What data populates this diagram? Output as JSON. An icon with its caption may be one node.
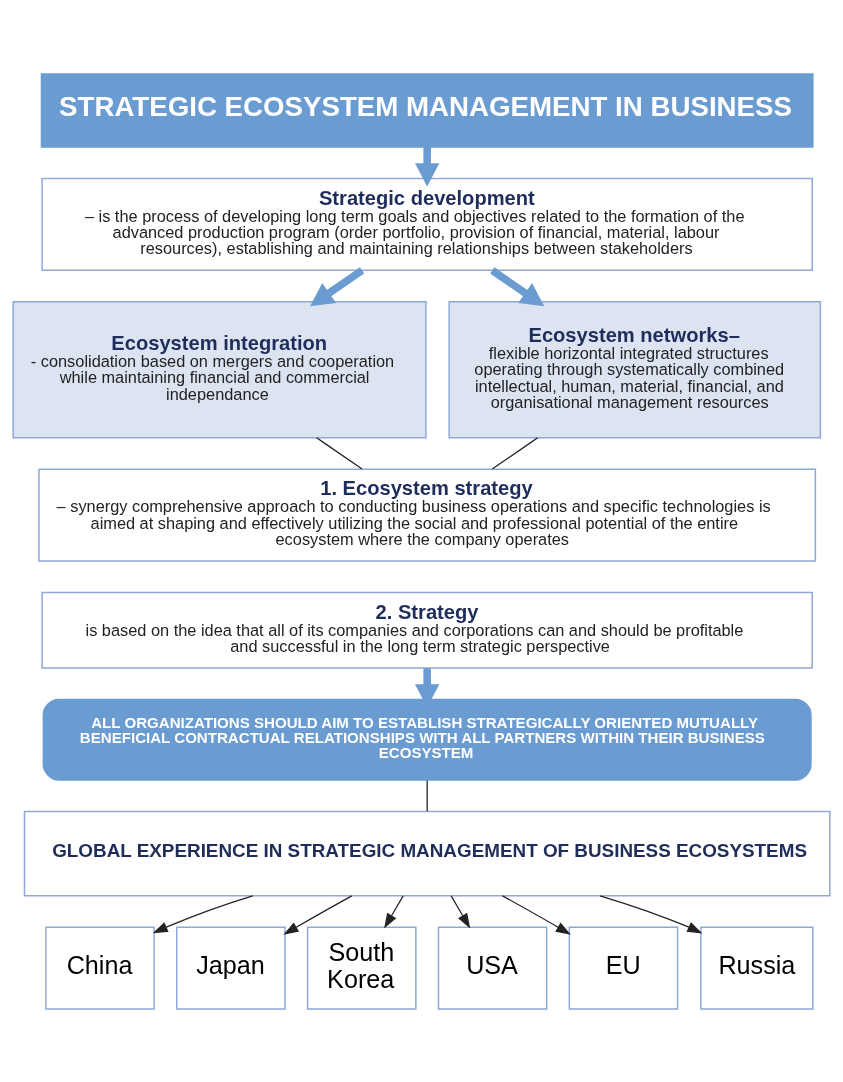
{
  "diagram": {
    "nodes": [
      {
        "text": [
          "STRATEGIC ECOSYSTEM MANAGEMENT IN BUSINESS"
        ]
      },
      {
        "text": [
          "Strategic development",
          "– is the process of developing long term goals and objectives related to the formation of the advanced production program (order portfolio, provision of financial, material, labour resources), establishing and maintaining relationships between stakeholders"
        ]
      },
      {
        "text": [
          "Ecosystem integration",
          "- consolidation based on mergers and cooperation while maintaining financial and commercial independance"
        ]
      },
      {
        "text": [
          "Ecosystem networks–",
          "flexible horizontal integrated structures operating through systematically combined intellectual, human, material, financial, and organisational management resources"
        ]
      },
      {
        "text": [
          "1. Ecosystem strategy",
          "– synergy comprehensive approach to conducting business operations and specific technologies is aimed at shaping and effectively utilizing the social and professional potential of the entire ecosystem where the company operates"
        ]
      },
      {
        "text": [
          "2. Strategy",
          "is based on the idea that all of its companies and corporations can and should be profitable and successful in the long term strategic perspective"
        ]
      },
      {
        "text": [
          "ALL ORGANIZATIONS SHOULD AIM TO ESTABLISH STRATEGICALLY ORIENTED MUTUALLY BENEFICIAL CONTRACTUAL RELATIONSHIPS WITH ALL PARTNERS WITHIN THEIR BUSINESS ECOSYSTEM"
        ]
      },
      {
        "text": [
          "GLOBAL EXPERIENCE IN STRATEGIC MANAGEMENT OF BUSINESS ECOSYSTEMS"
        ]
      },
      {
        "text": [
          "China"
        ]
      },
      {
        "text": [
          "Japan"
        ]
      },
      {
        "text": [
          "South Korea"
        ]
      },
      {
        "text": [
          "USA"
        ]
      },
      {
        "text": [
          "EU"
        ]
      },
      {
        "text": [
          "Russia"
        ]
      }
    ],
    "edges": [
      {
        "from": 0,
        "to": 1,
        "arrow": "to",
        "style": "thick",
        "color": "#6a9bd1"
      },
      {
        "from": 1,
        "to": 2,
        "arrow": "to",
        "style": "thick",
        "color": "#6a9bd1"
      },
      {
        "from": 1,
        "to": 3,
        "arrow": "to",
        "style": "thick",
        "color": "#6a9bd1"
      },
      {
        "from": 2,
        "to": 4,
        "arrow": "none"
      },
      {
        "from": 3,
        "to": 4,
        "arrow": "none"
      },
      {
        "from": 5,
        "to": 6,
        "arrow": "to",
        "style": "thick",
        "color": "#6a9bd1"
      },
      {
        "from": 6,
        "to": 7,
        "arrow": "none"
      },
      {
        "from": 7,
        "to": 8,
        "arrow": "to"
      },
      {
        "from": 7,
        "to": 9,
        "arrow": "to"
      },
      {
        "from": 7,
        "to": 10,
        "arrow": "to"
      },
      {
        "from": 7,
        "to": 11,
        "arrow": "to"
      },
      {
        "from": 7,
        "to": 12,
        "arrow": "to"
      },
      {
        "from": 7,
        "to": 13,
        "arrow": "to"
      }
    ]
  }
}
